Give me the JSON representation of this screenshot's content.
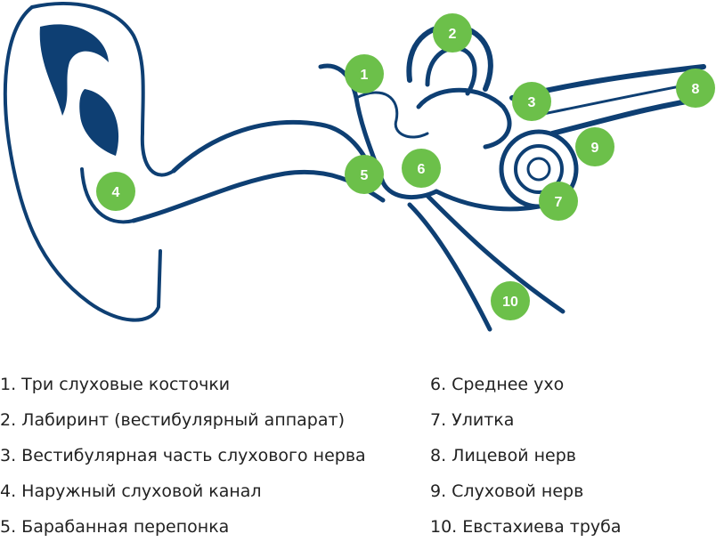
{
  "colors": {
    "anatomy": "#0e3f73",
    "marker": "#6cc04a",
    "marker_text": "#ffffff"
  },
  "markers": [
    {
      "label": "1"
    },
    {
      "label": "2"
    },
    {
      "label": "3"
    },
    {
      "label": "4"
    },
    {
      "label": "5"
    },
    {
      "label": "6"
    },
    {
      "label": "7"
    },
    {
      "label": "8"
    },
    {
      "label": "9"
    },
    {
      "label": "10"
    }
  ],
  "legend": {
    "left": [
      "1. Три слуховые косточки",
      "2. Лабиринт (вестибулярный аппарат)",
      "3. Вестибулярная часть слухового нерва",
      "4. Наружный слуховой канал",
      "5. Барабанная перепонка"
    ],
    "right": [
      "6. Среднее ухо",
      "7. Улитка",
      "8. Лицевой нерв",
      "9. Слуховой нерв",
      "10. Евстахиева труба"
    ]
  }
}
